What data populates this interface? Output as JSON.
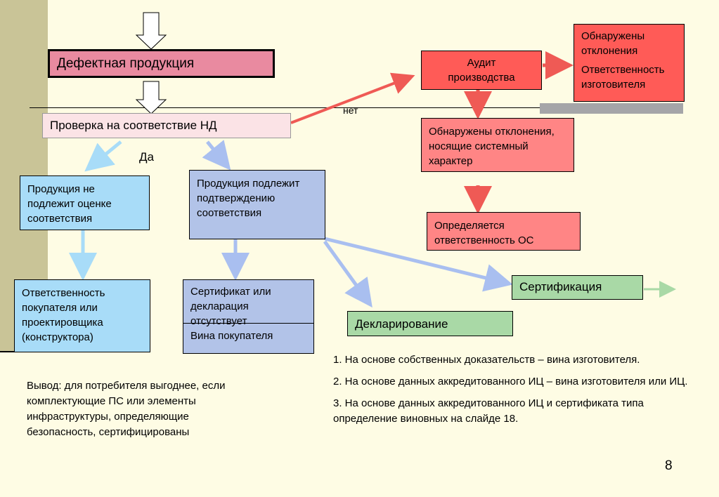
{
  "nodes": {
    "defect": "Дефектная продукция",
    "check": "Проверка на соответствие НД",
    "no_assess": "Продукция не подлежит оценке соответствия",
    "confirm": "Продукция подлежит подтверждению соответствия",
    "resp_buyer": "Ответственность покупателя или проектировщика (конструктора)",
    "cert_missing": "Сертификат или декларация отсутствует",
    "buyer_fault": "Вина покупателя",
    "audit": "Аудит производства",
    "deviations_top_a": "Обнаружены отклонения",
    "deviations_top_b": "Ответственность изготовителя",
    "deviations_sys": "Обнаружены отклонения, носящие системный характер",
    "os_resp": "Определяется ответственность ОС",
    "certification": "Сертификация",
    "declaration": "Декларирование"
  },
  "labels": {
    "yes": "Да",
    "no": "нет"
  },
  "notes": [
    "1. На основе собственных доказательств – вина изготовителя.",
    "2. На основе данных аккредитованного ИЦ – вина изготовителя или ИЦ.",
    "3. На основе данных аккредитованного ИЦ и сертификата типа определение виновных на слайде 18."
  ],
  "conclusion": "Вывод: для потребителя выгоднее, если комплектующие ПС или элементы инфраструктуры, определяющие безопасность, сертифицированы",
  "page_number": "8",
  "colors": {
    "defect": "#e98aa0",
    "check": "#fbe3e6",
    "light_blue": "#a8dcf8",
    "slate_blue": "#b2c3e8",
    "red_strong": "#ff5b57",
    "red_light": "#ff8585",
    "green": "#a9d9a6",
    "arrow_blue": "#a9bff0",
    "arrow_red": "#ef5a55"
  }
}
